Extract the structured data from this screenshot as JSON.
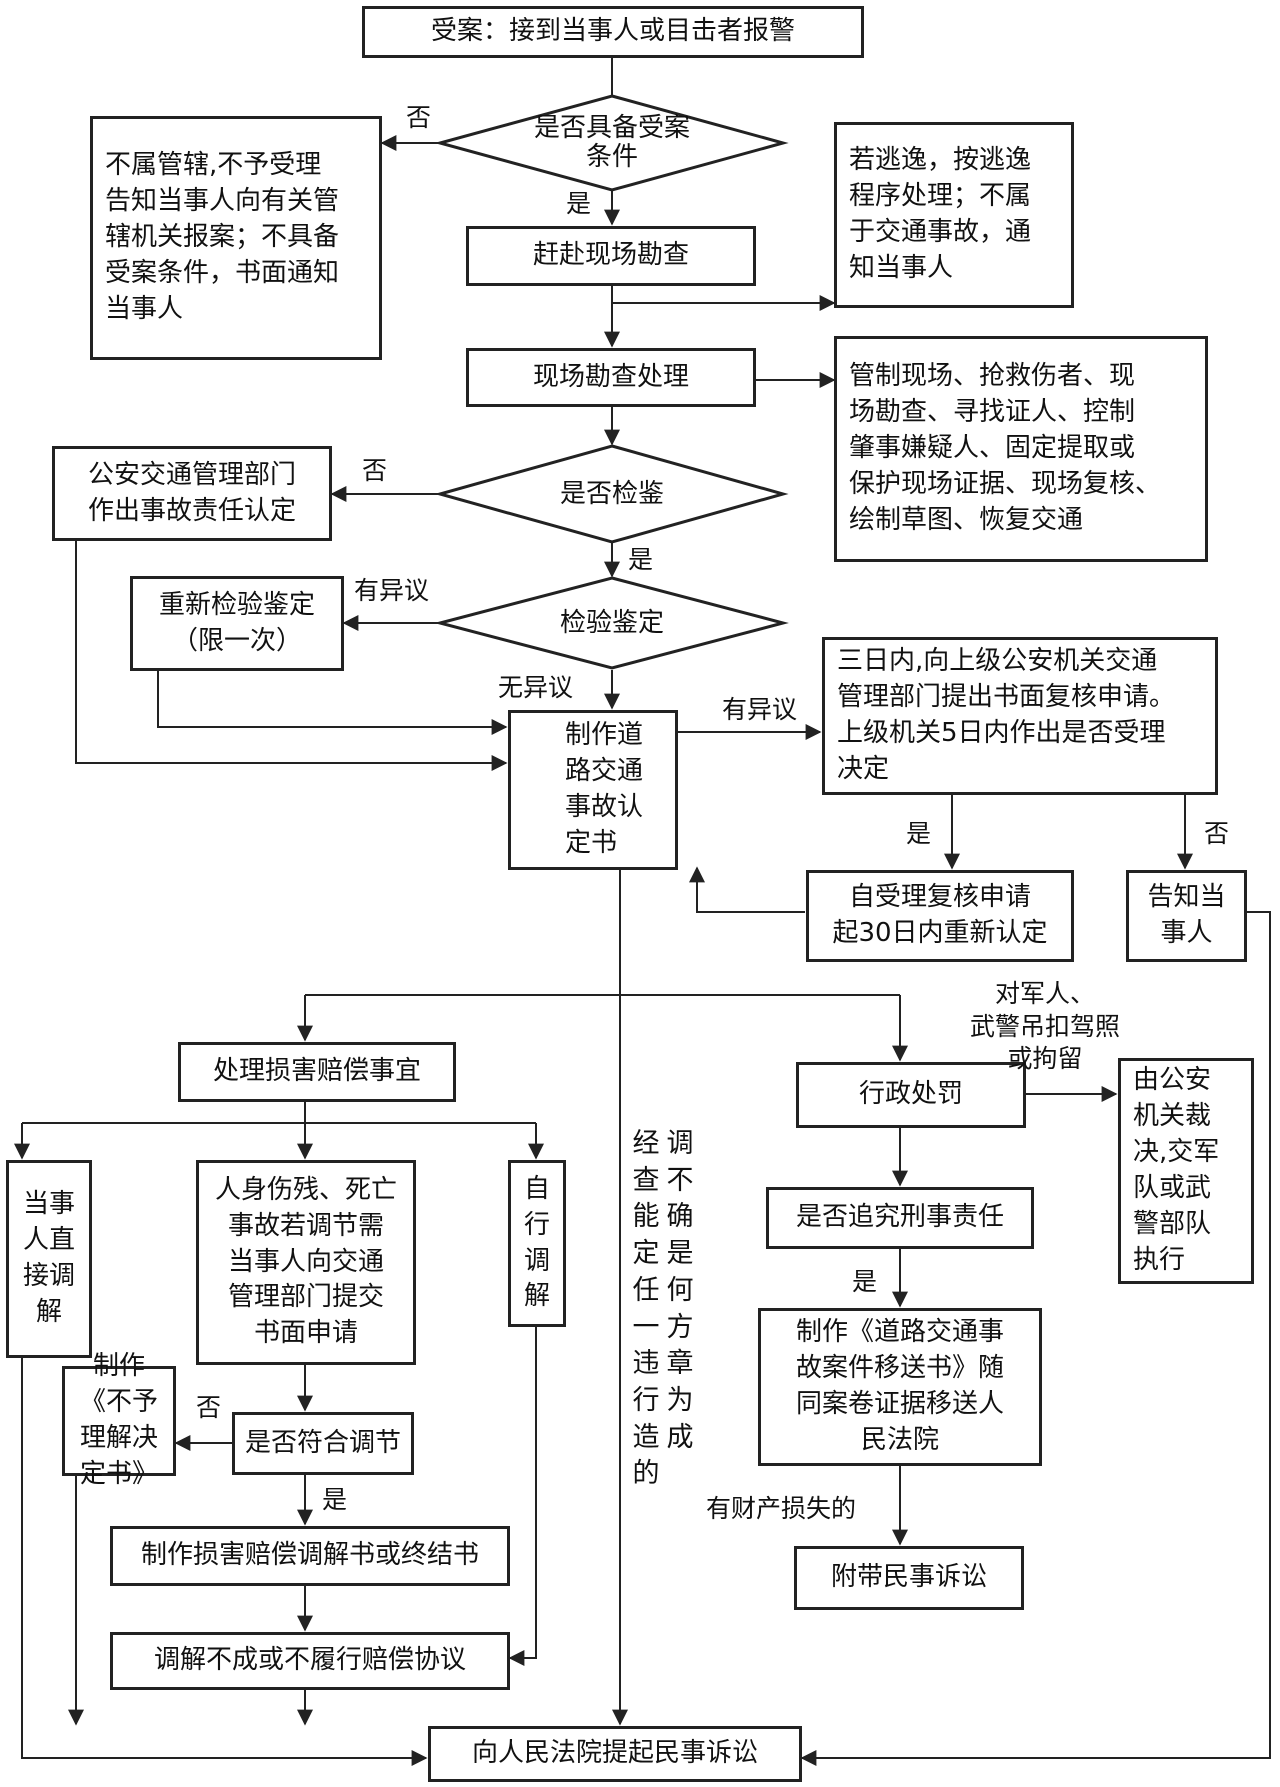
{
  "nodes": {
    "n_start": "受案：接到当事人或目击者报警",
    "d_accept": "是否具备受案\n条件",
    "n_reject": "不属管辖,不予受理\n告知当事人向有关管\n辖机关报案；不具备\n受案条件，书面通知\n当事人",
    "n_escape": "若逃逸，按逃逸\n程序处理；不属\n于交通事故，通\n知当事人",
    "n_goscene": "赶赴现场勘查",
    "n_sceneproc": "现场勘查处理",
    "n_sceneitems": "管制现场、抢救伤者、现\n场勘查、寻找证人、控制\n肇事嫌疑人、固定提取或\n保护现场证据、现场复核、\n绘制草图、恢复交通",
    "d_inspect": "是否检鉴",
    "n_police_resp": "公安交通管理部门\n作出事故责任认定",
    "d_exam": "检验鉴定",
    "n_reexam": "重新检验鉴定\n（限一次）",
    "n_make": "制作道\n路交通\n事故认\n定书",
    "n_review": "三日内,向上级公安机关交通\n管理部门提出书面复核申请。\n上级机关5日内作出是否受理\n决定",
    "n_redo": "自受理复核申请\n起30日内重新认定",
    "n_notify": "告知当\n事人",
    "n_damage": "处理损害赔偿事宜",
    "n_admin": "行政处罚",
    "n_publicsec": "由公安\n机关裁\n决,交军\n队或武\n警部队\n执行",
    "n_direct": "当事\n人直\n接调\n解",
    "n_injury": "人身伤残、死亡\n事故若调节需\n当事人向交通\n管理部门提交\n书面申请",
    "n_self": "自\n行\n调\n解",
    "n_nodecision": "制作\n《不予\n理解决\n定书》",
    "d_conform": "是否符合调节",
    "n_mediation": "制作损害赔偿调解书或终结书",
    "n_fail": "调解不成或不履行赔偿协议",
    "n_criminal": "是否追究刑事责任",
    "n_transfer": "制作《道路交通事\n故案件移送书》随\n同案卷证据移送人\n民法院",
    "n_civil_attach": "附带民事诉讼",
    "n_lawsuit": "向人民法院提起民事诉讼"
  },
  "edge_labels": {
    "no_accept": "否",
    "yes_accept": "是",
    "no_inspect": "否",
    "yes_inspect": "是",
    "objection_exam": "有异议",
    "no_objection": "无异议",
    "objection_make": "有异议",
    "yes_review": "是",
    "no_review": "否",
    "license": "对军人、\n武警吊扣驾照\n或拘留",
    "no_conform": "否",
    "yes_conform": "是",
    "yes_criminal": "是",
    "property_loss": "有财产损失的"
  },
  "vertical_note": {
    "col1": "调\n不\n确\n是\n何\n方\n章\n为\n成",
    "col2": "经\n查\n能\n定\n任\n一\n违\n行\n造\n的"
  }
}
